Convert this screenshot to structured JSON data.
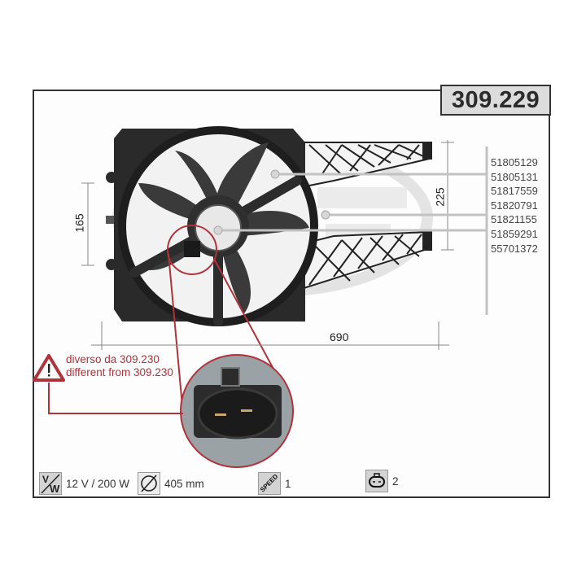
{
  "product": {
    "code": "309.229"
  },
  "part_numbers": [
    "51805129",
    "51805131",
    "51817559",
    "51820791",
    "51821155",
    "51859291",
    "55701372"
  ],
  "dimensions": {
    "height_left": "165",
    "height_right": "225",
    "width": "690"
  },
  "warning": {
    "line_it": "diverso da 309.230",
    "line_en": "different from 309.230",
    "icon": "warning-triangle-icon",
    "color": "#b0323a"
  },
  "specs": {
    "voltage_power": {
      "icon": "volt-watt-icon",
      "value": "12 V / 200 W"
    },
    "diameter": {
      "icon": "diameter-icon",
      "value": "405 mm"
    },
    "speed": {
      "icon": "speed-icon",
      "label": "SPEED",
      "value": "1"
    },
    "connector": {
      "icon": "connector-icon",
      "value": "2"
    }
  },
  "colors": {
    "frame": "#333333",
    "code_box_bg": "#dcdcdc",
    "accent_red": "#b0323a",
    "icon_box_bg": "#d3d3d3"
  }
}
